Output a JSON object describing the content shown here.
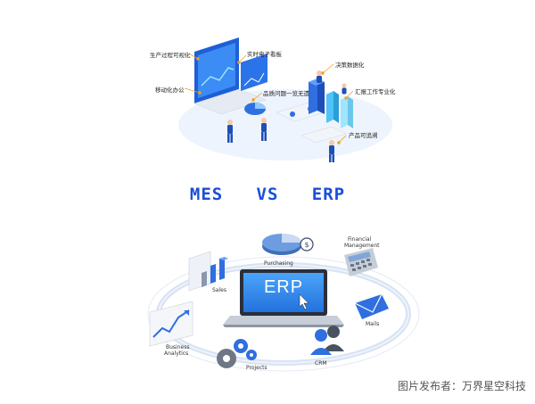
{
  "top_labels": {
    "production_visual": "生产过程可视化",
    "realtime_board": "实时电子看板",
    "mobile_office": "移动化办公",
    "quality_issue": "品质问题一览无遗",
    "decision_data": "决策数据化",
    "report_pro": "汇报工作专业化",
    "traceability": "产品可追溯"
  },
  "title": {
    "mes": "MES",
    "vs": "VS",
    "erp": "ERP"
  },
  "erp_modules": {
    "screen_text": "ERP",
    "purchasing": "Purchasing",
    "financial_1": "Financial",
    "financial_2": "Management",
    "sales": "Sales",
    "mails": "Mails",
    "business_1": "Business",
    "business_2": "Analytics",
    "projects": "Projects",
    "crm": "CRM"
  },
  "credit": "图片发布者：万界星空科技",
  "colors": {
    "title": "#1a4fd8",
    "accent_blue": "#2f6fe0",
    "leader_orange": "#f2a01c"
  }
}
